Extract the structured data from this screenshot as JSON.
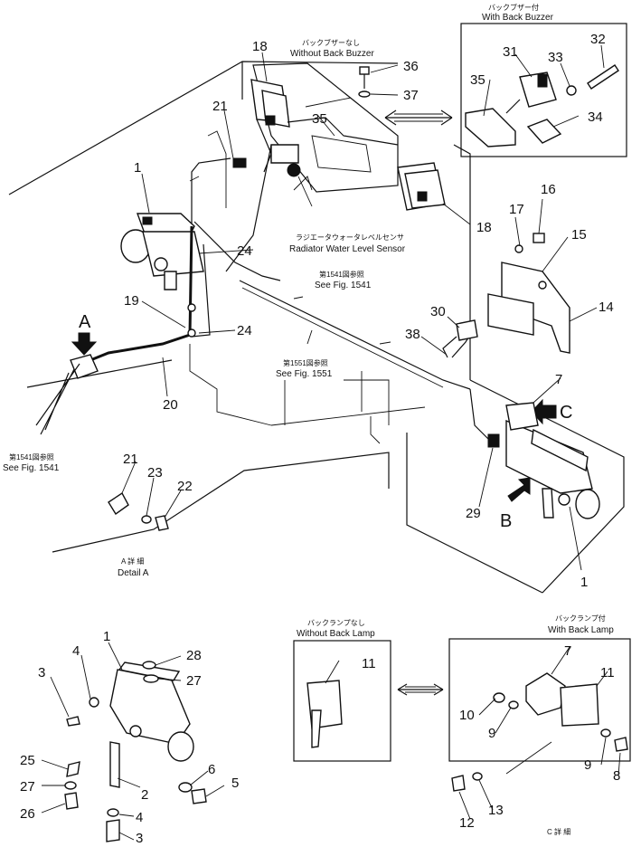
{
  "callouts": {
    "c1": "1",
    "c1b": "1",
    "c1c": "1",
    "c2": "2",
    "c3": "3",
    "c3b": "3",
    "c4": "4",
    "c4b": "4",
    "c5": "5",
    "c6": "6",
    "c7": "7",
    "c7b": "7",
    "c8": "8",
    "c9": "9",
    "c9b": "9",
    "c10": "10",
    "c11": "11",
    "c11b": "11",
    "c12": "12",
    "c13": "13",
    "c14": "14",
    "c15": "15",
    "c16": "16",
    "c17": "17",
    "c18": "18",
    "c18b": "18",
    "c19": "19",
    "c20": "20",
    "c21": "21",
    "c21b": "21",
    "c22": "22",
    "c23": "23",
    "c24": "24",
    "c24b": "24",
    "c25": "25",
    "c26": "26",
    "c27": "27",
    "c27b": "27",
    "c28": "28",
    "c29": "29",
    "c30": "30",
    "c31": "31",
    "c32": "32",
    "c33": "33",
    "c34": "34",
    "c35": "35",
    "c35b": "35",
    "c36": "36",
    "c37": "37",
    "c38": "38"
  },
  "labels": {
    "view_a": "A",
    "view_b": "B",
    "view_c": "C",
    "with_back_buzzer_jp": "バックブザー付",
    "with_back_buzzer": "With Back Buzzer",
    "without_back_buzzer_jp": "バックブザーなし",
    "without_back_buzzer": "Without Back Buzzer",
    "radiator_sensor_jp": "ラジエータウォータレベルセンサ",
    "radiator_sensor": "Radiator Water Level Sensor",
    "fig1541_jp": "第1541図参照",
    "fig1541": "See Fig. 1541",
    "fig1551_jp": "第1551図参照",
    "fig1551": "See Fig. 1551",
    "fig1541b_jp": "第1541図参照",
    "fig1541b": "See Fig. 1541",
    "detail_a_jp": "A 詳 細",
    "detail_a": "Detail A",
    "without_back_lamp_jp": "バックランプなし",
    "without_back_lamp": "Without Back Lamp",
    "with_back_lamp_jp": "バックランプ付",
    "with_back_lamp": "With Back Lamp",
    "detail_c_jp": "C 詳 細"
  }
}
